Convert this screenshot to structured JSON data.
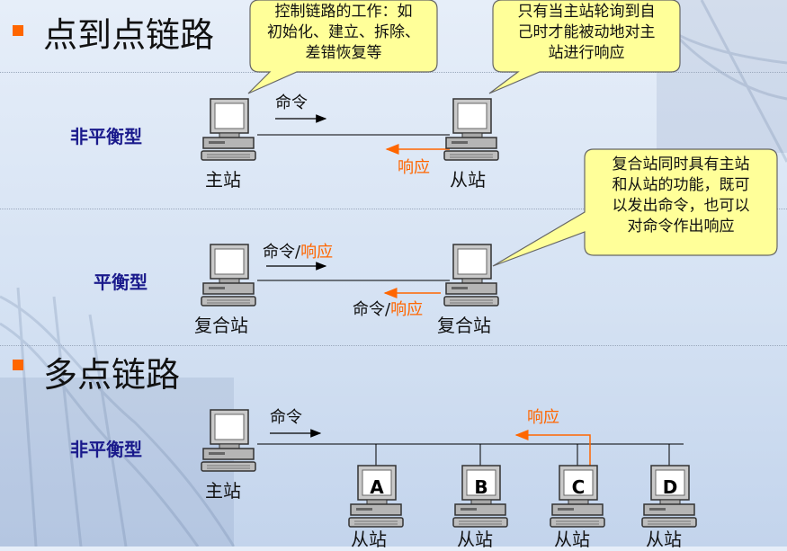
{
  "sections": {
    "p2p": "点到点链路",
    "multipoint": "多点链路"
  },
  "types": {
    "unbalanced": "非平衡型",
    "balanced": "平衡型",
    "unbalanced_multi": "非平衡型"
  },
  "labels": {
    "command": "命令",
    "response": "响应",
    "slash": "/",
    "primary": "主站",
    "secondary": "从站",
    "combined": "复合站"
  },
  "callouts": {
    "link_control": [
      "控制链路的工作：如",
      "初始化、建立、拆除、",
      "差错恢复等"
    ],
    "secondary_note": [
      "只有当主站轮询到自",
      "己时才能被动地对主",
      "站进行响应"
    ],
    "combined_note": [
      "复合站同时具有主站",
      "和从站的功能，既可",
      "以发出命令，也可以",
      "对命令作出响应"
    ]
  },
  "stations": [
    "A",
    "B",
    "C",
    "D"
  ],
  "colors": {
    "accent": "#ff6600",
    "type_label": "#1a1a8c",
    "callout_fill": "#ffff99"
  }
}
